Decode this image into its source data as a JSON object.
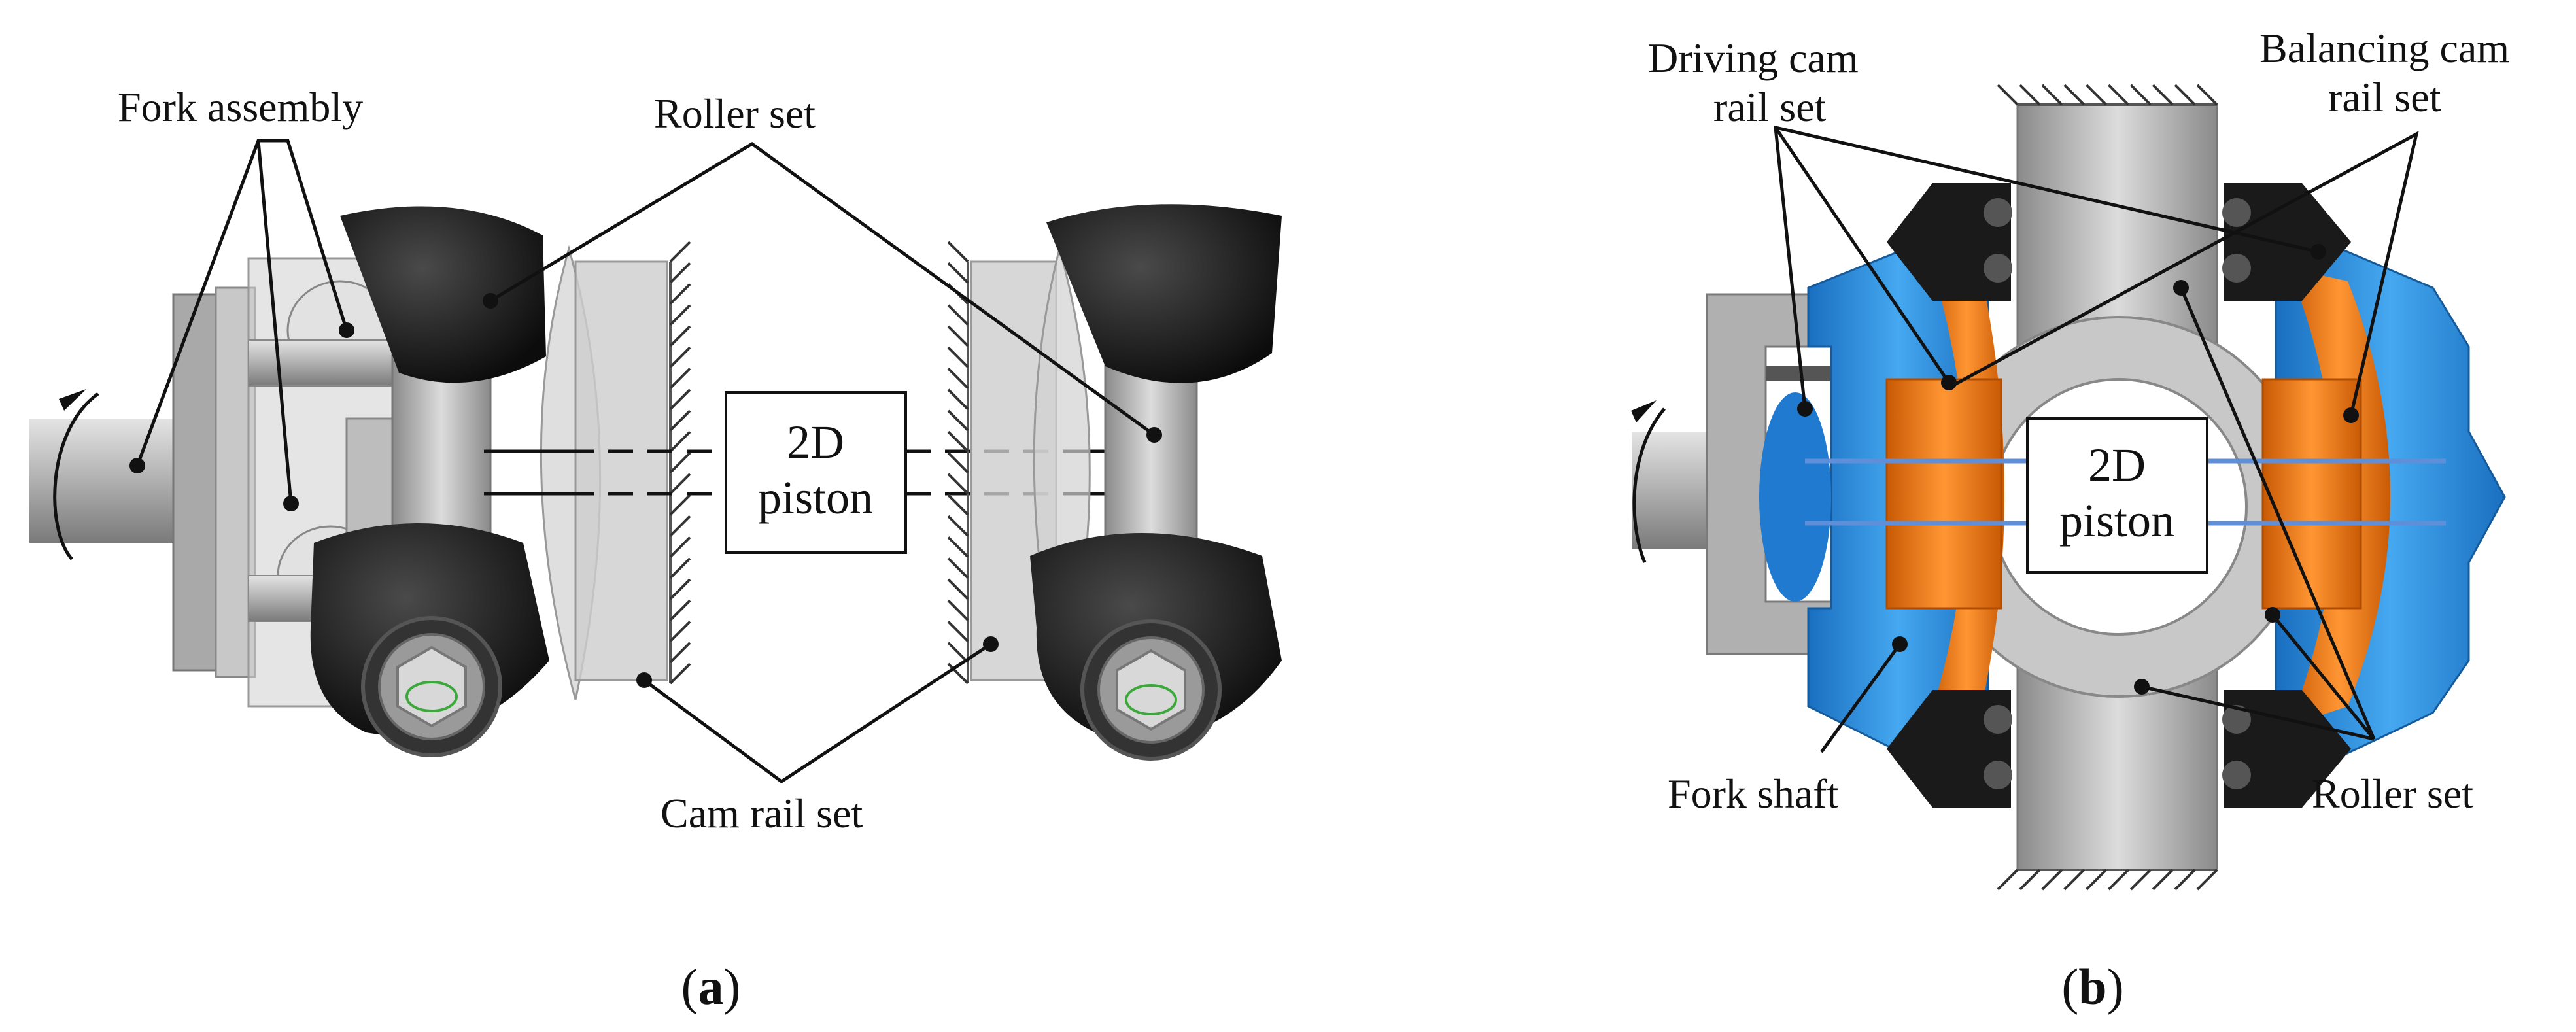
{
  "panel_a": {
    "labels": {
      "fork_assembly": "Fork assembly",
      "roller_set": "Roller set",
      "cam_rail_set": "Cam rail set",
      "piston_line1": "2D",
      "piston_line2": "piston"
    },
    "caption_open": "(",
    "caption_letter": "a",
    "caption_close": ")"
  },
  "panel_b": {
    "labels": {
      "driving_line1": "Driving cam",
      "driving_line2": "rail set",
      "balancing_line1": "Balancing cam",
      "balancing_line2": "rail set",
      "fork_shaft": "Fork shaft",
      "roller_set": "Roller set",
      "piston_line1": "2D",
      "piston_line2": "piston"
    },
    "caption_open": "(",
    "caption_letter": "b",
    "caption_close": ")"
  },
  "colors": {
    "steel": "#b8b8b8",
    "steel_dark": "#8c8c8c",
    "roller_black": "#1a1a1a",
    "cam_blue": "#2a8fe0",
    "cam_orange": "#f07a10"
  }
}
